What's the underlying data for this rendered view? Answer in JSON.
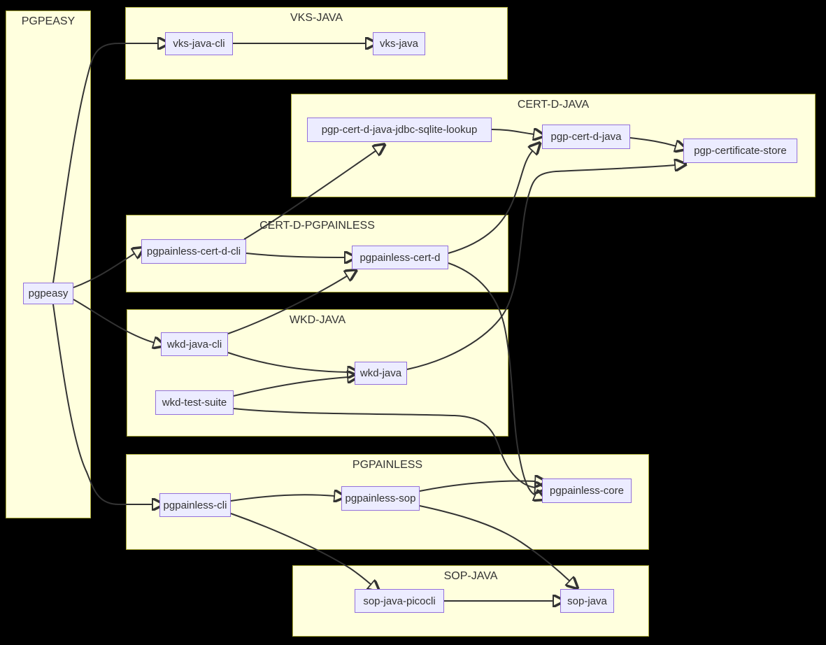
{
  "diagram": {
    "type": "flowchart",
    "direction": "left-to-right",
    "background": "#000000",
    "colors": {
      "cluster_fill": "#ffffde",
      "cluster_border": "#aaaa33",
      "node_fill": "#ececff",
      "node_border": "#9370db",
      "edge_color": "#333333",
      "text_color": "#333333"
    },
    "clusters": [
      {
        "id": "pgpeasy-group",
        "title": "PGPEASY"
      },
      {
        "id": "vks-java-group",
        "title": "VKS-JAVA"
      },
      {
        "id": "cert-d-java-group",
        "title": "CERT-D-JAVA"
      },
      {
        "id": "cert-d-pgpainless-group",
        "title": "CERT-D-PGPAINLESS"
      },
      {
        "id": "wkd-java-group",
        "title": "WKD-JAVA"
      },
      {
        "id": "pgpainless-group",
        "title": "PGPAINLESS"
      },
      {
        "id": "sop-java-group",
        "title": "SOP-JAVA"
      }
    ],
    "nodes": [
      {
        "id": "pgpeasy",
        "label": "pgpeasy",
        "cluster": "PGPEASY"
      },
      {
        "id": "vks-java-cli",
        "label": "vks-java-cli",
        "cluster": "VKS-JAVA"
      },
      {
        "id": "vks-java",
        "label": "vks-java",
        "cluster": "VKS-JAVA"
      },
      {
        "id": "pgp-cert-d-java-jdbc-sqlite-lookup",
        "label": "pgp-cert-d-java-jdbc-sqlite-lookup",
        "cluster": "CERT-D-JAVA"
      },
      {
        "id": "pgp-cert-d-java",
        "label": "pgp-cert-d-java",
        "cluster": "CERT-D-JAVA"
      },
      {
        "id": "pgp-certificate-store",
        "label": "pgp-certificate-store",
        "cluster": "CERT-D-JAVA"
      },
      {
        "id": "pgpainless-cert-d-cli",
        "label": "pgpainless-cert-d-cli",
        "cluster": "CERT-D-PGPAINLESS"
      },
      {
        "id": "pgpainless-cert-d",
        "label": "pgpainless-cert-d",
        "cluster": "CERT-D-PGPAINLESS"
      },
      {
        "id": "wkd-java-cli",
        "label": "wkd-java-cli",
        "cluster": "WKD-JAVA"
      },
      {
        "id": "wkd-test-suite",
        "label": "wkd-test-suite",
        "cluster": "WKD-JAVA"
      },
      {
        "id": "wkd-java",
        "label": "wkd-java",
        "cluster": "WKD-JAVA"
      },
      {
        "id": "pgpainless-cli",
        "label": "pgpainless-cli",
        "cluster": "PGPAINLESS"
      },
      {
        "id": "pgpainless-sop",
        "label": "pgpainless-sop",
        "cluster": "PGPAINLESS"
      },
      {
        "id": "pgpainless-core",
        "label": "pgpainless-core",
        "cluster": "PGPAINLESS"
      },
      {
        "id": "sop-java-picocli",
        "label": "sop-java-picocli",
        "cluster": "SOP-JAVA"
      },
      {
        "id": "sop-java",
        "label": "sop-java",
        "cluster": "SOP-JAVA"
      }
    ],
    "edges": [
      {
        "from": "pgpeasy",
        "to": "vks-java-cli"
      },
      {
        "from": "pgpeasy",
        "to": "pgpainless-cert-d-cli"
      },
      {
        "from": "pgpeasy",
        "to": "wkd-java-cli"
      },
      {
        "from": "pgpeasy",
        "to": "pgpainless-cli"
      },
      {
        "from": "vks-java-cli",
        "to": "vks-java"
      },
      {
        "from": "pgpainless-cert-d-cli",
        "to": "pgp-cert-d-java-jdbc-sqlite-lookup"
      },
      {
        "from": "pgpainless-cert-d-cli",
        "to": "pgpainless-cert-d"
      },
      {
        "from": "pgp-cert-d-java-jdbc-sqlite-lookup",
        "to": "pgp-cert-d-java"
      },
      {
        "from": "pgp-cert-d-java",
        "to": "pgp-certificate-store"
      },
      {
        "from": "pgpainless-cert-d",
        "to": "pgp-cert-d-java"
      },
      {
        "from": "pgpainless-cert-d",
        "to": "pgpainless-core"
      },
      {
        "from": "wkd-java-cli",
        "to": "pgpainless-cert-d"
      },
      {
        "from": "wkd-java-cli",
        "to": "wkd-java"
      },
      {
        "from": "wkd-test-suite",
        "to": "wkd-java"
      },
      {
        "from": "wkd-java",
        "to": "pgp-certificate-store"
      },
      {
        "from": "wkd-test-suite",
        "to": "pgpainless-core"
      },
      {
        "from": "pgpainless-cli",
        "to": "pgpainless-sop"
      },
      {
        "from": "pgpainless-cli",
        "to": "sop-java-picocli"
      },
      {
        "from": "pgpainless-sop",
        "to": "pgpainless-core"
      },
      {
        "from": "pgpainless-sop",
        "to": "sop-java"
      },
      {
        "from": "sop-java-picocli",
        "to": "sop-java"
      }
    ]
  }
}
